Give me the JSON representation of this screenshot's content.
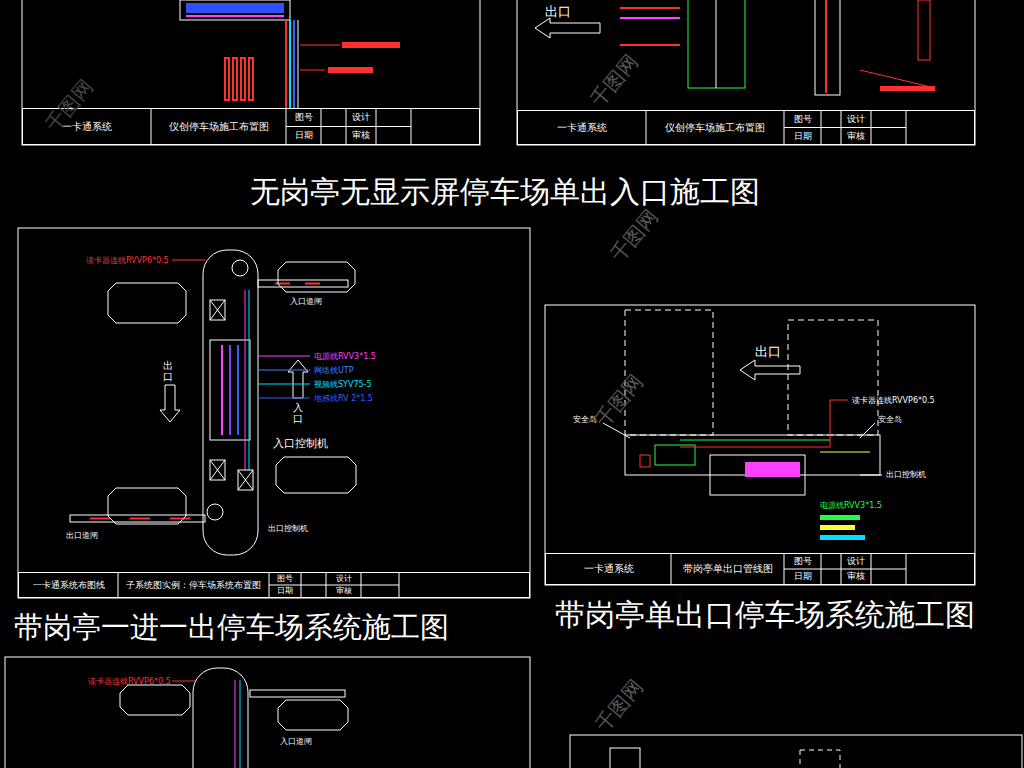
{
  "diagram": {
    "nodes": [
      {
        "text": [
          "一卡通系统",
          "仪创停车场施工布置图",
          "图号",
          "设计",
          "日期",
          "审核"
        ]
      },
      {
        "text": [
          "一卡通系统",
          "仪创停车场施工布置图",
          "图号",
          "设计",
          "日期",
          "审核"
        ]
      },
      {
        "text": [
          "一卡通系统布图线",
          "子系统图实例：停车场系统布置图",
          "图号",
          "设计",
          "日期",
          "审核"
        ]
      },
      {
        "text": [
          "一卡通系统",
          "带岗亭单出口管线图",
          "图号",
          "设计",
          "日期",
          "审核"
        ]
      }
    ],
    "labels": [
      "无岗亭无显示屏停车场单出入口施工图",
      "带岗亭一进一出停车场系统施工图",
      "带岗亭单出口停车场系统施工图",
      "出口",
      "出口",
      "入口",
      "入口道闸",
      "入口控制机",
      "出口道闸",
      "读卡器连线RVVP6*0.5",
      "电源线RVV3*1.5",
      "网络线UTP",
      "视频线SYV75-5",
      "地感线RV 2*1.5",
      "出口控制机",
      "出口",
      "安全岛",
      "安全岛",
      "出口控制机",
      "读卡器连线RVVP6*0.5",
      "电源线RVV3*1.5",
      "读卡器连线RVVP6*0.5",
      "入口道闸",
      "千图网",
      "千图网",
      "千图网",
      "千图网",
      "千图网"
    ]
  }
}
